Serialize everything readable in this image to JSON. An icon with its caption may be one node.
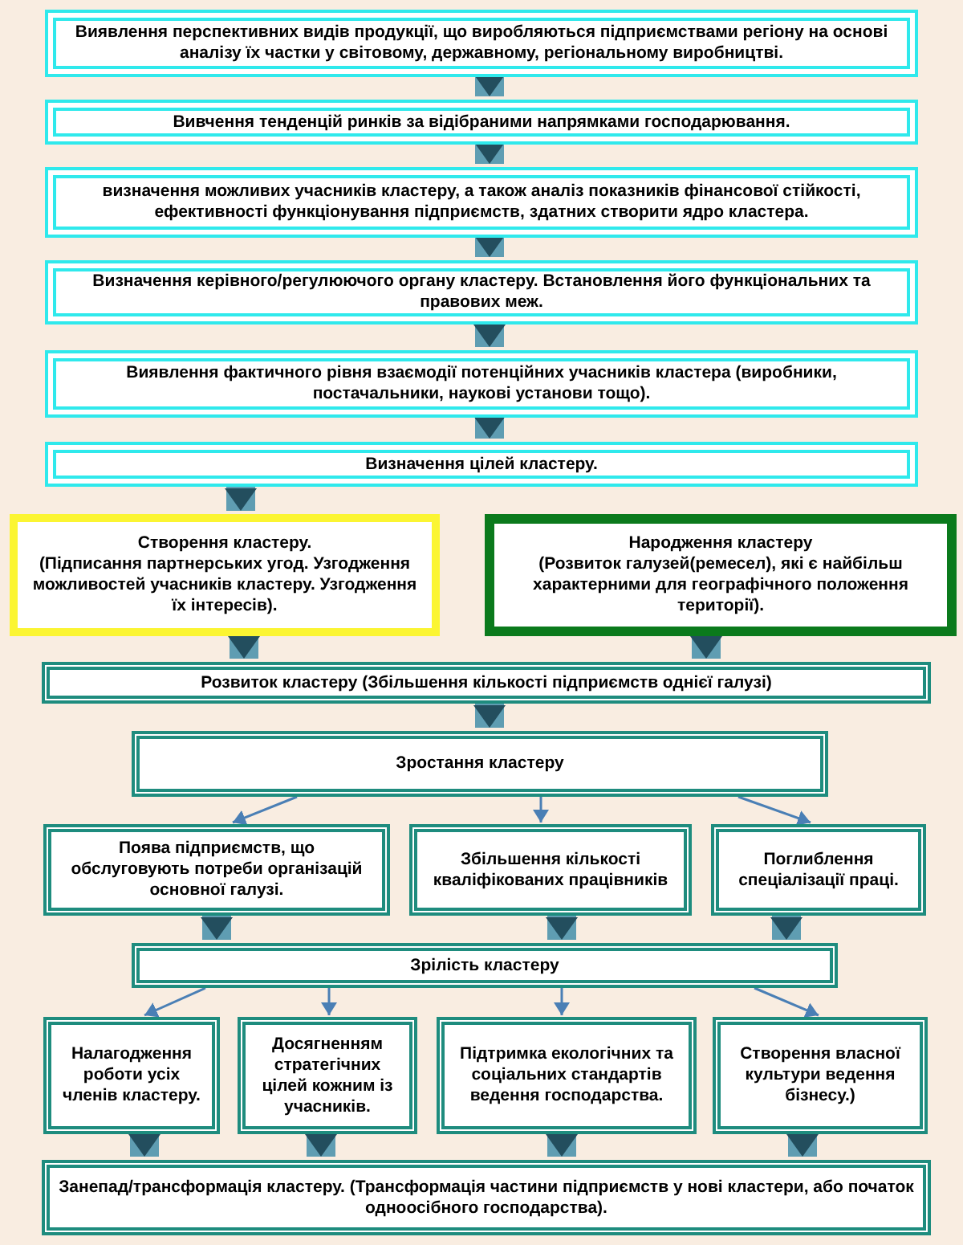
{
  "diagram": {
    "nodes": [
      {
        "text": [
          "Виявлення перспективних видів продукції, що виробляються підприємствами регіону на основі аналізу їх частки у світовому, державному, регіональному виробництві."
        ]
      },
      {
        "text": [
          "Вивчення тенденцій ринків за відібраними напрямками господарювання."
        ]
      },
      {
        "text": [
          "визначення можливих учасників кластеру, а також аналіз показників фінансової стійкості, ефективності функціонування підприємств, здатних створити ядро кластера."
        ]
      },
      {
        "text": [
          "Визначення керівного/регулюючого органу кластеру. Встановлення його функціональних та правових меж."
        ]
      },
      {
        "text": [
          "Виявлення фактичного рівня взаємодії потенційних учасників кластера (виробники, постачальники, наукові установи тощо)."
        ]
      },
      {
        "text": [
          "Визначення цілей кластеру."
        ]
      },
      {
        "text": [
          "Створення кластеру.",
          "(Підписання партнерських угод. Узгодження можливостей учасників кластеру. Узгодження їх інтересів)."
        ]
      },
      {
        "text": [
          "Народження кластеру",
          "(Розвиток галузей(ремесел), які є найбільш характерними для географічного положення території)."
        ]
      },
      {
        "text": [
          "Розвиток кластеру (Збільшення кількості підприємств однієї галузі)"
        ]
      },
      {
        "text": [
          "Зростання кластеру"
        ]
      },
      {
        "text": [
          "Поява підприємств, що обслуговують потреби організацій основної галузі."
        ]
      },
      {
        "text": [
          "Збільшення кількості кваліфікованих працівників"
        ]
      },
      {
        "text": [
          "Поглиблення спеціалізації праці."
        ]
      },
      {
        "text": [
          "Зрілість кластеру"
        ]
      },
      {
        "text": [
          "Налагодження роботи усіх членів кластеру."
        ]
      },
      {
        "text": [
          "Досягненням стратегічних цілей кожним із учасників."
        ]
      },
      {
        "text": [
          "Підтримка екологічних та соціальних стандартів ведення господарства."
        ]
      },
      {
        "text": [
          "Створення власної культури ведення бізнесу.)"
        ]
      },
      {
        "text": [
          "Занепад/трансформація кластеру. (Трансформація частини підприємств у нові кластери, або початок одноосібного господарства)."
        ]
      }
    ],
    "edges": [
      {
        "from": 0,
        "to": 1,
        "arrow": "to"
      },
      {
        "from": 1,
        "to": 2,
        "arrow": "to"
      },
      {
        "from": 2,
        "to": 3,
        "arrow": "to"
      },
      {
        "from": 3,
        "to": 4,
        "arrow": "to"
      },
      {
        "from": 4,
        "to": 5,
        "arrow": "to"
      },
      {
        "from": 5,
        "to": 6,
        "arrow": "to"
      },
      {
        "from": 6,
        "to": 8,
        "arrow": "to"
      },
      {
        "from": 7,
        "to": 8,
        "arrow": "to"
      },
      {
        "from": 8,
        "to": 9,
        "arrow": "to"
      },
      {
        "from": 9,
        "to": 10,
        "arrow": "to",
        "color": "#4a7fb5"
      },
      {
        "from": 9,
        "to": 11,
        "arrow": "to",
        "color": "#4a7fb5"
      },
      {
        "from": 9,
        "to": 12,
        "arrow": "to",
        "color": "#4a7fb5"
      },
      {
        "from": 10,
        "to": 13,
        "arrow": "to"
      },
      {
        "from": 11,
        "to": 13,
        "arrow": "to"
      },
      {
        "from": 12,
        "to": 13,
        "arrow": "to"
      },
      {
        "from": 13,
        "to": 14,
        "arrow": "to",
        "color": "#4a7fb5"
      },
      {
        "from": 13,
        "to": 15,
        "arrow": "to",
        "color": "#4a7fb5"
      },
      {
        "from": 13,
        "to": 16,
        "arrow": "to",
        "color": "#4a7fb5"
      },
      {
        "from": 13,
        "to": 17,
        "arrow": "to",
        "color": "#4a7fb5"
      },
      {
        "from": 14,
        "to": 18,
        "arrow": "to"
      },
      {
        "from": 15,
        "to": 18,
        "arrow": "to"
      },
      {
        "from": 16,
        "to": 18,
        "arrow": "to"
      },
      {
        "from": 17,
        "to": 18,
        "arrow": "to"
      }
    ]
  }
}
